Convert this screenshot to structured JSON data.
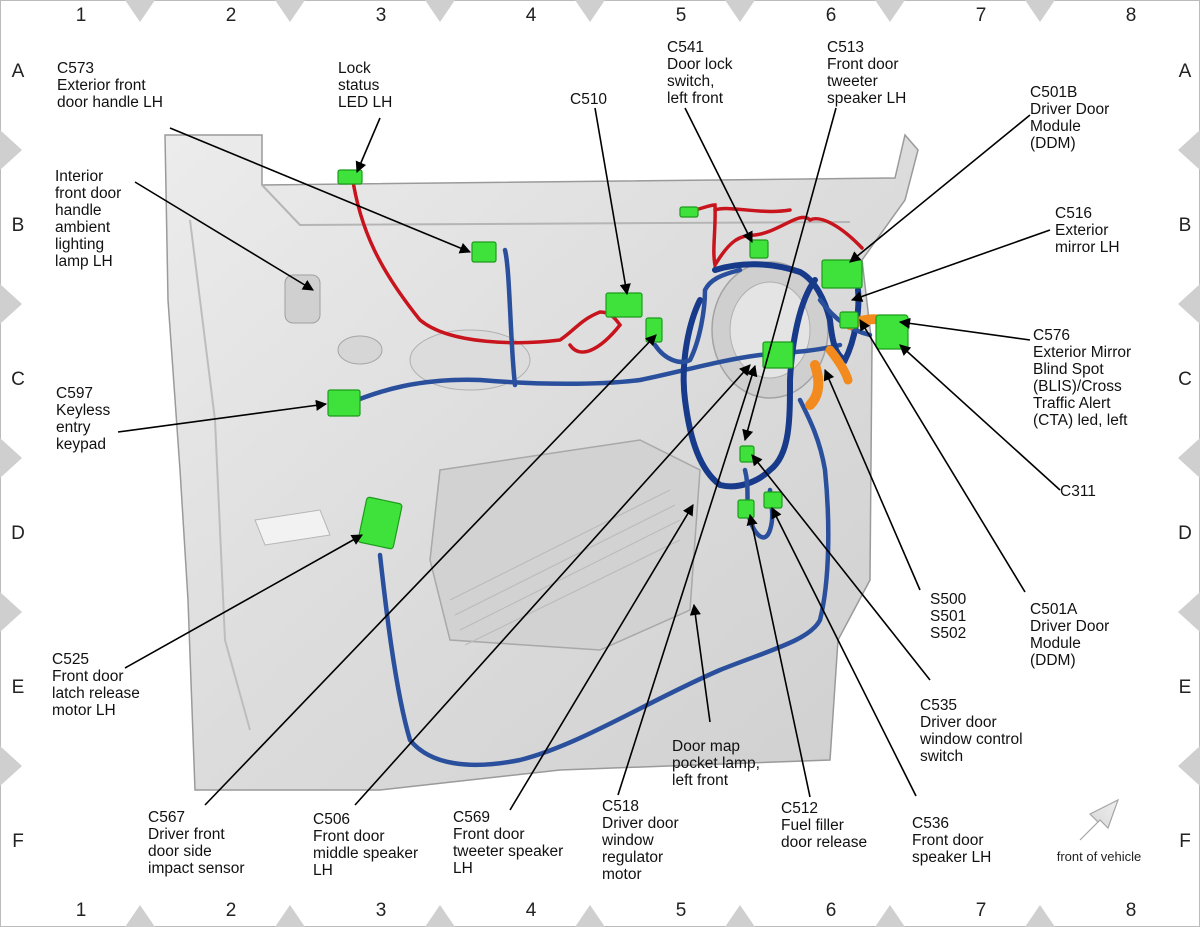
{
  "grid": {
    "columns": [
      "1",
      "2",
      "3",
      "4",
      "5",
      "6",
      "7",
      "8"
    ],
    "rows": [
      "A",
      "B",
      "C",
      "D",
      "E",
      "F"
    ]
  },
  "labels": {
    "c573": [
      "C573",
      "Exterior front",
      "door handle LH"
    ],
    "lock_status": [
      "Lock",
      "status",
      "LED LH"
    ],
    "c510": [
      "C510"
    ],
    "c541": [
      "C541",
      "Door lock",
      "switch,",
      "left front"
    ],
    "c513": [
      "C513",
      "Front door",
      "tweeter",
      "speaker LH"
    ],
    "c501b": [
      "C501B",
      "Driver Door",
      "Module",
      "(DDM)"
    ],
    "interior_handle": [
      "Interior",
      "front door",
      "handle",
      "ambient",
      "lighting",
      "lamp LH"
    ],
    "c516": [
      "C516",
      "Exterior",
      "mirror LH"
    ],
    "c576": [
      "C576",
      "Exterior Mirror",
      "Blind Spot",
      "(BLIS)/Cross",
      "Traffic Alert",
      "(CTA) led, left"
    ],
    "c597": [
      "C597",
      "Keyless",
      "entry",
      "keypad"
    ],
    "c311": [
      "C311"
    ],
    "splices": [
      "S500",
      "S501",
      "S502"
    ],
    "c501a": [
      "C501A",
      "Driver Door",
      "Module",
      "(DDM)"
    ],
    "c525": [
      "C525",
      "Front door",
      "latch release",
      "motor LH"
    ],
    "c535": [
      "C535",
      "Driver door",
      "window control",
      "switch"
    ],
    "map_lamp": [
      "Door map",
      "pocket lamp,",
      "left front"
    ],
    "c567": [
      "C567",
      "Driver front",
      "door side",
      "impact sensor"
    ],
    "c506": [
      "C506",
      "Front door",
      "middle speaker",
      "LH"
    ],
    "c569": [
      "C569",
      "Front door",
      "tweeter speaker",
      "LH"
    ],
    "c518": [
      "C518",
      "Driver door",
      "window",
      "regulator",
      "motor"
    ],
    "c512": [
      "C512",
      "Fuel filler",
      "door release"
    ],
    "c536": [
      "C536",
      "Front door",
      "speaker LH"
    ]
  },
  "front_of_vehicle": "front of vehicle",
  "colors": {
    "connector": "#3ee23a",
    "wire_blue": "#2a4f9c",
    "wire_red": "#c8141c",
    "orange_harness": "#f28a1e",
    "door_panel": "#e2e2e2"
  }
}
